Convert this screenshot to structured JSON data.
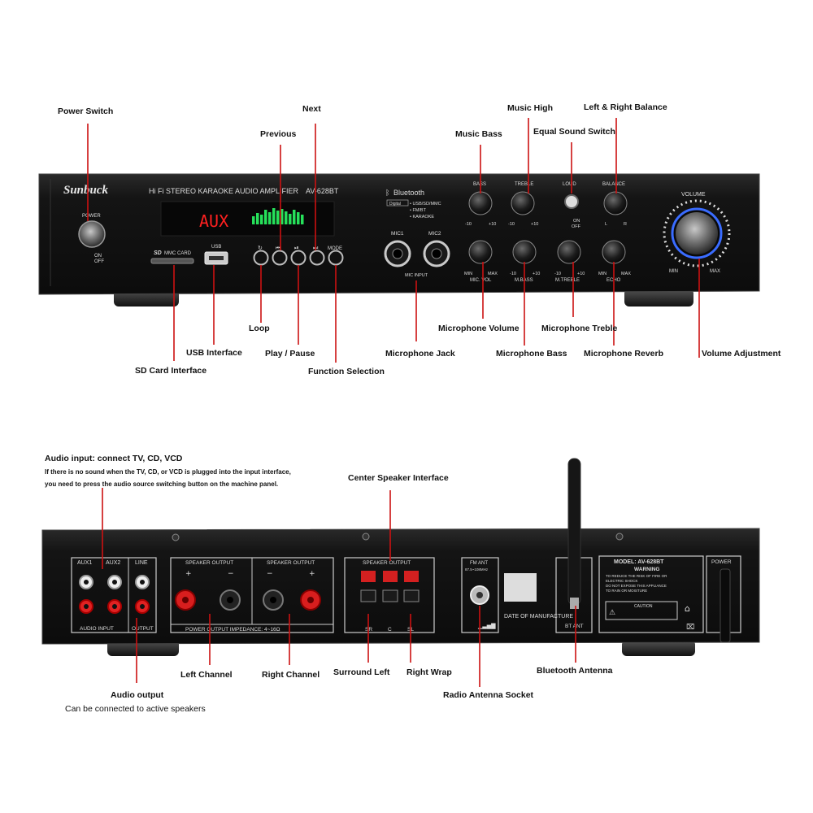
{
  "front": {
    "brand": "Sunbuck",
    "model_title": "Hi Fi STEREO KARAOKE AUDIO AMPLIFIER",
    "model_code": "AV-628BT",
    "power": "POWER",
    "on": "ON",
    "off": "OFF",
    "display": "AUX",
    "sd": "MMC CARD",
    "usb": "USB",
    "mode": "MODE",
    "bluetooth": "Bluetooth",
    "digital": "Digital",
    "features": [
      "• USB/SD/MMC",
      "• FM/BT",
      "• KARAOKE"
    ],
    "mic1": "MIC1",
    "mic2": "MIC2",
    "mic_input": "MIC INPUT",
    "knobs_top": [
      "BASS",
      "TREBLE",
      "LOUD",
      "BALANCE"
    ],
    "knobs_bottom": [
      "MIC. VOL",
      "M.BASS",
      "M.TREBLE",
      "ECHO"
    ],
    "volume": "VOLUME",
    "min": "MIN",
    "max": "MAX",
    "neg10": "-10",
    "pos10": "+10",
    "l": "L",
    "r": "R"
  },
  "labels_front": {
    "power_switch": "Power Switch",
    "next": "Next",
    "previous": "Previous",
    "music_high": "Music High",
    "left_right_balance": "Left & Right Balance",
    "music_bass": "Music Bass",
    "equal_sound_switch": "Equal Sound Switch",
    "loop": "Loop",
    "usb_interface": "USB Interface",
    "play_pause": "Play / Pause",
    "sd_card_interface": "SD Card Interface",
    "function_selection": "Function Selection",
    "microphone_jack": "Microphone Jack",
    "microphone_volume": "Microphone Volume",
    "microphone_treble": "Microphone Treble",
    "microphone_bass": "Microphone Bass",
    "microphone_reverb": "Microphone Reverb",
    "volume_adjustment": "Volume Adjustment"
  },
  "rear": {
    "aux1": "AUX1",
    "aux2": "AUX2",
    "line": "LINE",
    "audio_input": "AUDIO INPUT",
    "output": "OUTPUT",
    "speaker_output": "SPEAKER OUTPUT",
    "power_output_impedance": "POWER OUTPUT IMPEDANCE: 4~16Ω",
    "sr": "SR",
    "c": "C",
    "sl": "SL",
    "fm_ant": "FM ANT",
    "fm_range": "87.5~108MHz",
    "date_of_manufacture": "DATE OF MANUFACTURE",
    "bt_ant": "BT ANT",
    "model": "MODEL: AV-628BT",
    "warning": "WARNING",
    "warning_lines": [
      "TO REDUCE THE RISK OF FIRE OR",
      "ELECTRIC SHOCK",
      "DO NOT EXPOSE THIS APPLIANCE",
      "TO RAIN OR MOISTURE"
    ],
    "caution": "CAUTION",
    "power": "POWER"
  },
  "labels_rear": {
    "audio_input_title": "Audio input: connect TV, CD, VCD",
    "audio_input_note1": "If there is no sound when the TV, CD, or VCD is plugged into the input interface,",
    "audio_input_note2": "you need to press the audio source switching button on the machine panel.",
    "center_speaker": "Center Speaker Interface",
    "left_channel": "Left Channel",
    "right_channel": "Right Channel",
    "surround_left": "Surround Left",
    "right_wrap": "Right Wrap",
    "bluetooth_antenna": "Bluetooth Antenna",
    "radio_antenna_socket": "Radio Antenna Socket",
    "audio_output": "Audio output",
    "audio_output_note": "Can be connected to active speakers"
  },
  "colors": {
    "leader": "#cc1111",
    "panel": "#141414",
    "accent_blue": "#3a6cff",
    "display_red": "#ff2020",
    "display_green": "#26e05a"
  }
}
